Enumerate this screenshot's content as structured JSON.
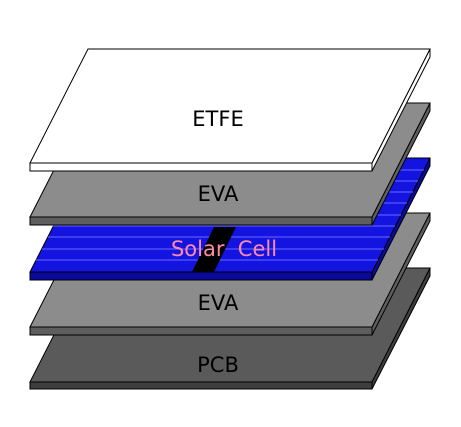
{
  "diagram": {
    "layers": [
      {
        "label": "PCB",
        "top_color": "#5a5a5a",
        "side_color": "#3e3e3e",
        "label_color": "#000000"
      },
      {
        "label": "EVA",
        "top_color": "#8c8c8c",
        "side_color": "#5e5e5e",
        "label_color": "#000000"
      },
      {
        "label": "Solar  Cell",
        "top_color": "#1414e0",
        "side_color": "#0a0a9a",
        "label_color": "#ff8aa8",
        "cell_line_color": "#6a6aff",
        "gap_color": "#000000"
      },
      {
        "label": "EVA",
        "top_color": "#8c8c8c",
        "side_color": "#5e5e5e",
        "label_color": "#000000"
      },
      {
        "label": "ETFE",
        "top_color": "#ffffff",
        "side_color": "#ffffff",
        "label_color": "#000000"
      }
    ],
    "outline_color": "#000000"
  }
}
